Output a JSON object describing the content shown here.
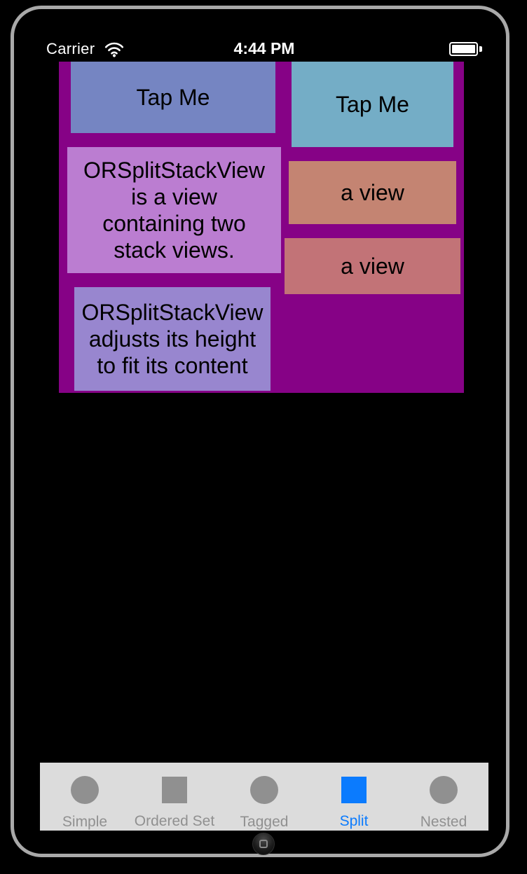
{
  "device": {
    "bezel_color": "#a9a9a9"
  },
  "status_bar": {
    "carrier_label": "Carrier",
    "time": "4:44 PM",
    "text_color": "#ffffff",
    "icons": [
      "wifi-icon",
      "battery-full-icon"
    ]
  },
  "split_view": {
    "background": "#860286",
    "left_stack": {
      "items": [
        {
          "label": "Tap Me",
          "background": "#7585c2",
          "type": "button"
        },
        {
          "label": "ORSplitStackView\nis a view\ncontaining two\nstack views.",
          "background": "#bb7dd1",
          "type": "label"
        },
        {
          "label": "ORSplitStackView\nadjusts its height\nto fit its content",
          "background": "#9886cf",
          "type": "label"
        }
      ]
    },
    "right_stack": {
      "items": [
        {
          "label": "Tap Me",
          "background": "#74adc6",
          "type": "button"
        },
        {
          "label": "a view",
          "background": "#c48472",
          "type": "label"
        },
        {
          "label": "a view",
          "background": "#c27377",
          "type": "label"
        }
      ]
    }
  },
  "tab_bar": {
    "background": "#dcdcdc",
    "active_color": "#0b7bfe",
    "inactive_color": "#909090",
    "items": [
      {
        "label": "Simple",
        "icon": "circle",
        "selected": false
      },
      {
        "label": "Ordered Set",
        "icon": "square",
        "selected": false
      },
      {
        "label": "Tagged",
        "icon": "circle",
        "selected": false
      },
      {
        "label": "Split",
        "icon": "square",
        "selected": true
      },
      {
        "label": "Nested",
        "icon": "circle",
        "selected": false
      }
    ]
  }
}
